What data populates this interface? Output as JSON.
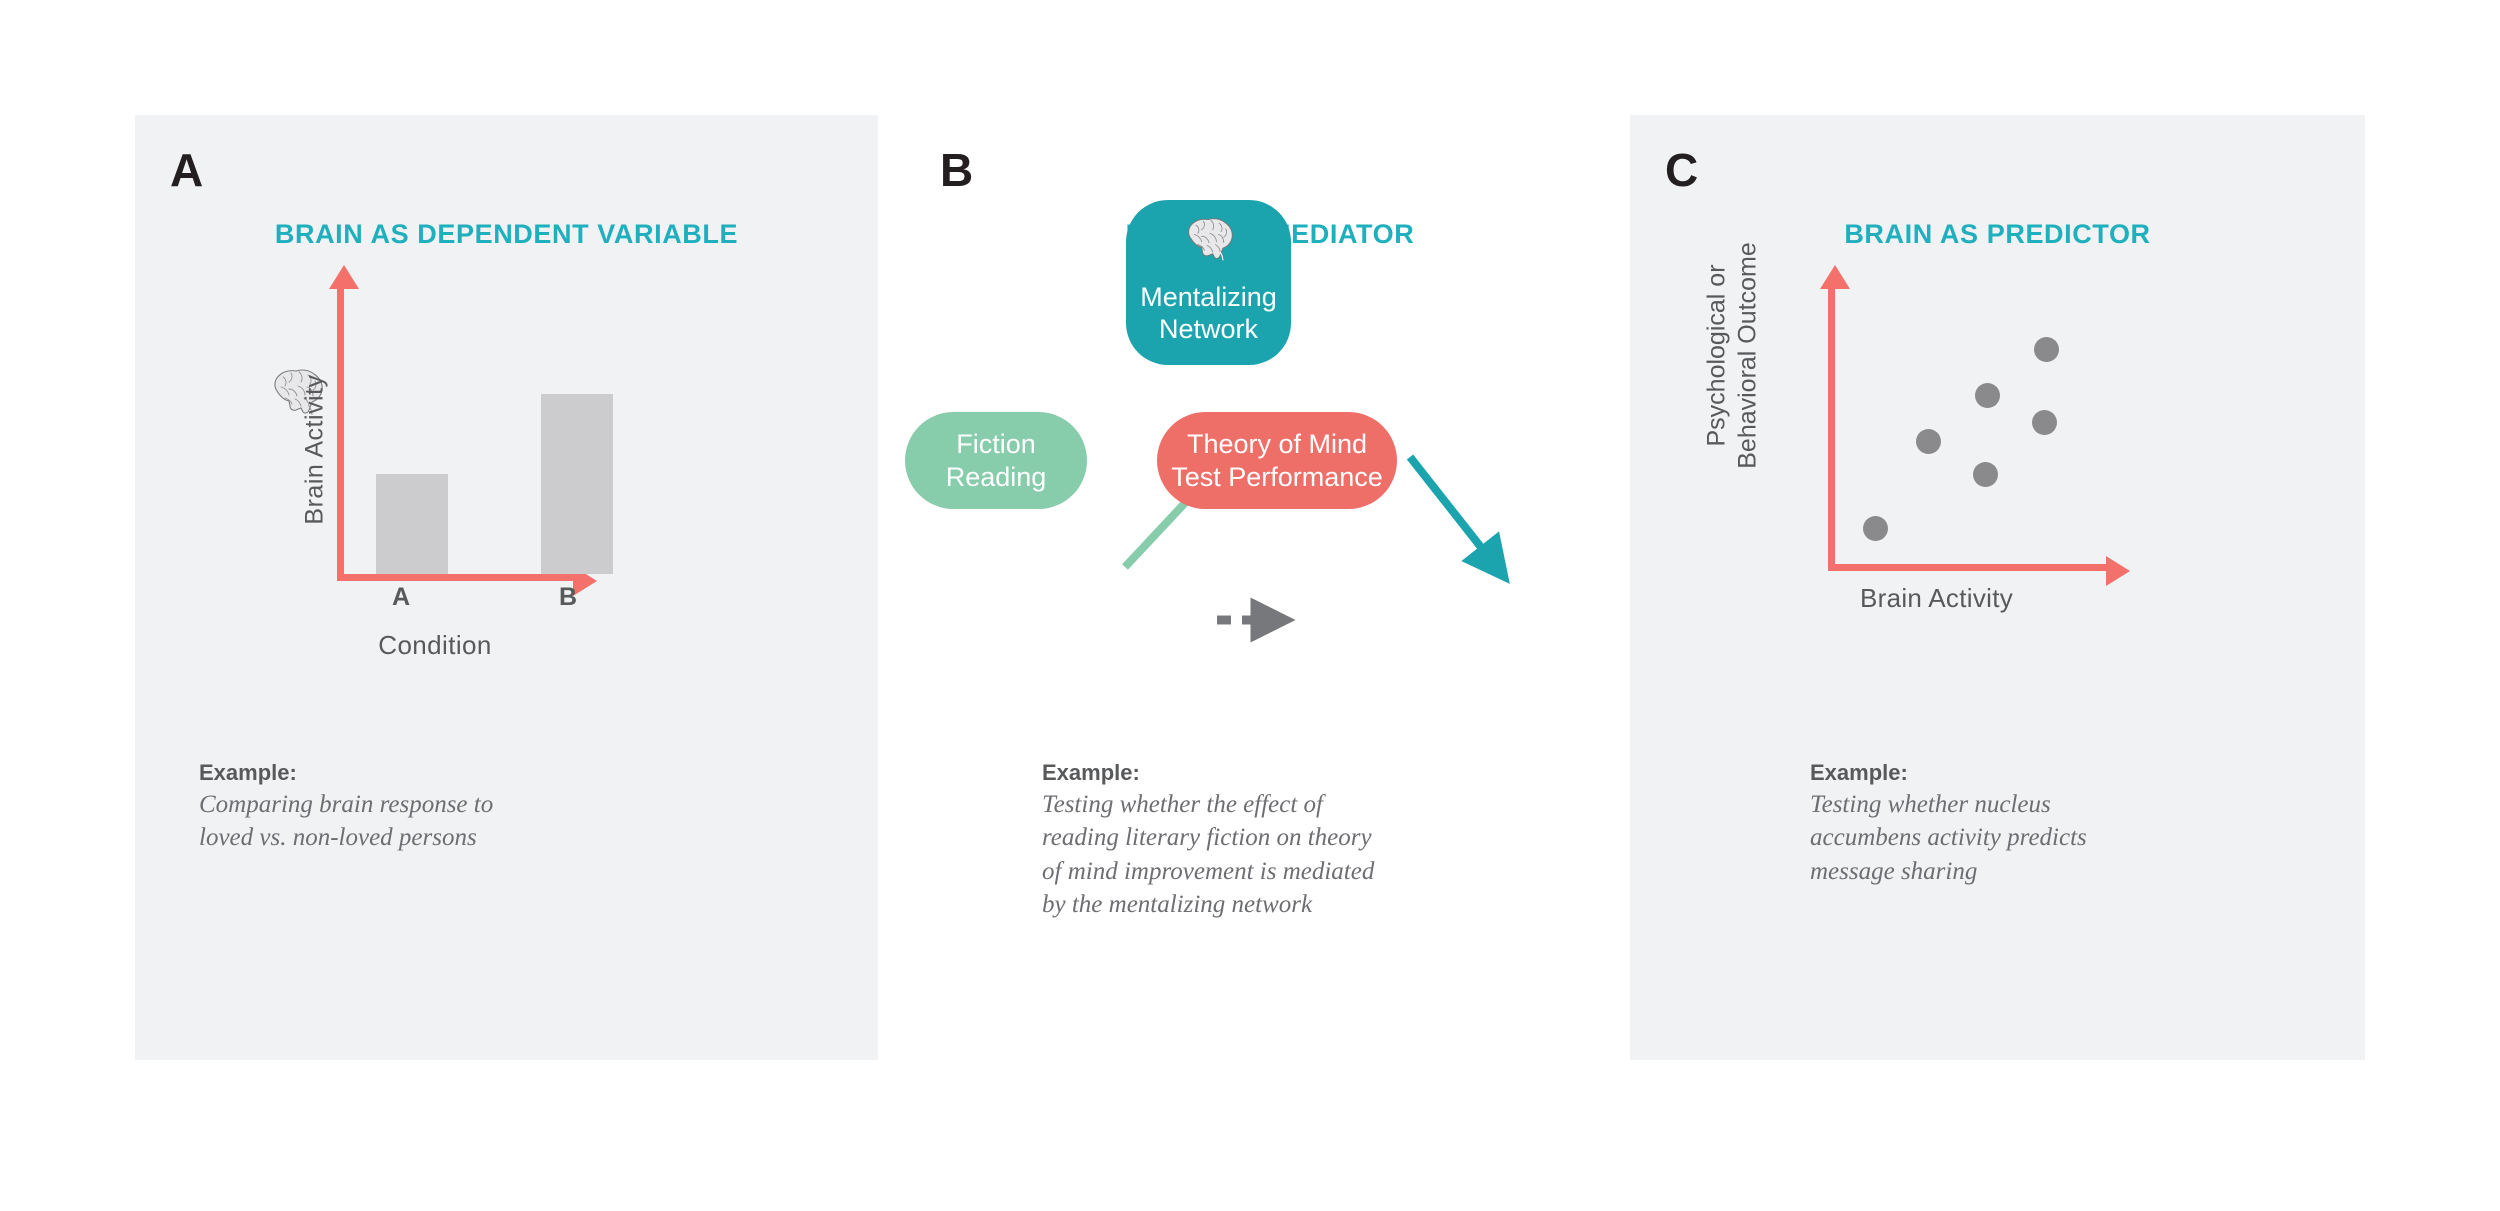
{
  "figure": {
    "background": "#FFFFFF",
    "panel_shaded_bg": "#F1F2F4",
    "accent_teal": "#1FAFBD",
    "accent_coral": "#F4706B",
    "bar_gray": "#CCCCCE",
    "dot_gray": "#8A8A8D",
    "text_gray": "#58595B"
  },
  "panels": [
    {
      "letter": "A",
      "title": "BRAIN AS DEPENDENT VARIABLE",
      "background": "shaded",
      "example_head": "Example:",
      "example_body": "Comparing brain response to\nloved vs. non-loved persons"
    },
    {
      "letter": "B",
      "title": "BRAIN AS MEDIATOR",
      "background": "plain",
      "example_head": "Example:",
      "example_body": "Testing whether the effect of\nreading literary fiction on theory\nof mind improvement is mediated\nby the mentalizing network",
      "nodes": {
        "mediator": {
          "label": "Mentalizing\nNetwork",
          "color": "#1BA4AE",
          "icon": "brain-icon"
        },
        "predictor": {
          "label": "Fiction\nReading",
          "color": "#87CCAB"
        },
        "outcome": {
          "label": "Theory of Mind\nTest Performance",
          "color": "#EE6E68"
        }
      },
      "arrows": [
        {
          "name": "a-path",
          "from": "Fiction Reading",
          "to": "Mentalizing Network",
          "color": "#87CCAB",
          "style": "solid"
        },
        {
          "name": "b-path",
          "from": "Mentalizing Network",
          "to": "Theory of Mind Test Performance",
          "color": "#1BA4AE",
          "style": "solid"
        },
        {
          "name": "c-prime-path",
          "from": "Fiction Reading",
          "to": "Theory of Mind Test Performance",
          "color": "#77787B",
          "style": "dashed"
        }
      ]
    },
    {
      "letter": "C",
      "title": "BRAIN AS PREDICTOR",
      "background": "shaded",
      "example_head": "Example:",
      "example_body": "Testing whether nucleus\naccumbens activity predicts\nmessage sharing"
    }
  ],
  "chart_data": [
    {
      "panel": "A",
      "type": "bar",
      "title": "BRAIN AS DEPENDENT VARIABLE",
      "categories": [
        "A",
        "B"
      ],
      "values": [
        40,
        72
      ],
      "xlabel": "Condition",
      "ylabel": "Brain Activity",
      "ylim": [
        0,
        100
      ],
      "grid": false,
      "legend": "none",
      "bar_color": "#CCCCCE",
      "axis_color": "#F4706B",
      "axes_style": "arrow-headed L-axes, no tick marks, no numeric scale"
    },
    {
      "panel": "C",
      "type": "scatter",
      "title": "BRAIN AS PREDICTOR",
      "xlabel": "Brain Activity",
      "ylabel": "Psychological or\nBehavioral Outcome",
      "xlim": [
        0,
        100
      ],
      "ylim": [
        0,
        100
      ],
      "grid": false,
      "legend": "none",
      "point_color": "#8A8A8D",
      "axis_color": "#F4706B",
      "axes_style": "arrow-headed L-axes, no tick marks, no numeric scale",
      "points": [
        {
          "x": 15,
          "y": 13
        },
        {
          "x": 35,
          "y": 45
        },
        {
          "x": 56,
          "y": 33
        },
        {
          "x": 57,
          "y": 62
        },
        {
          "x": 78,
          "y": 52
        },
        {
          "x": 79,
          "y": 79
        }
      ]
    }
  ]
}
